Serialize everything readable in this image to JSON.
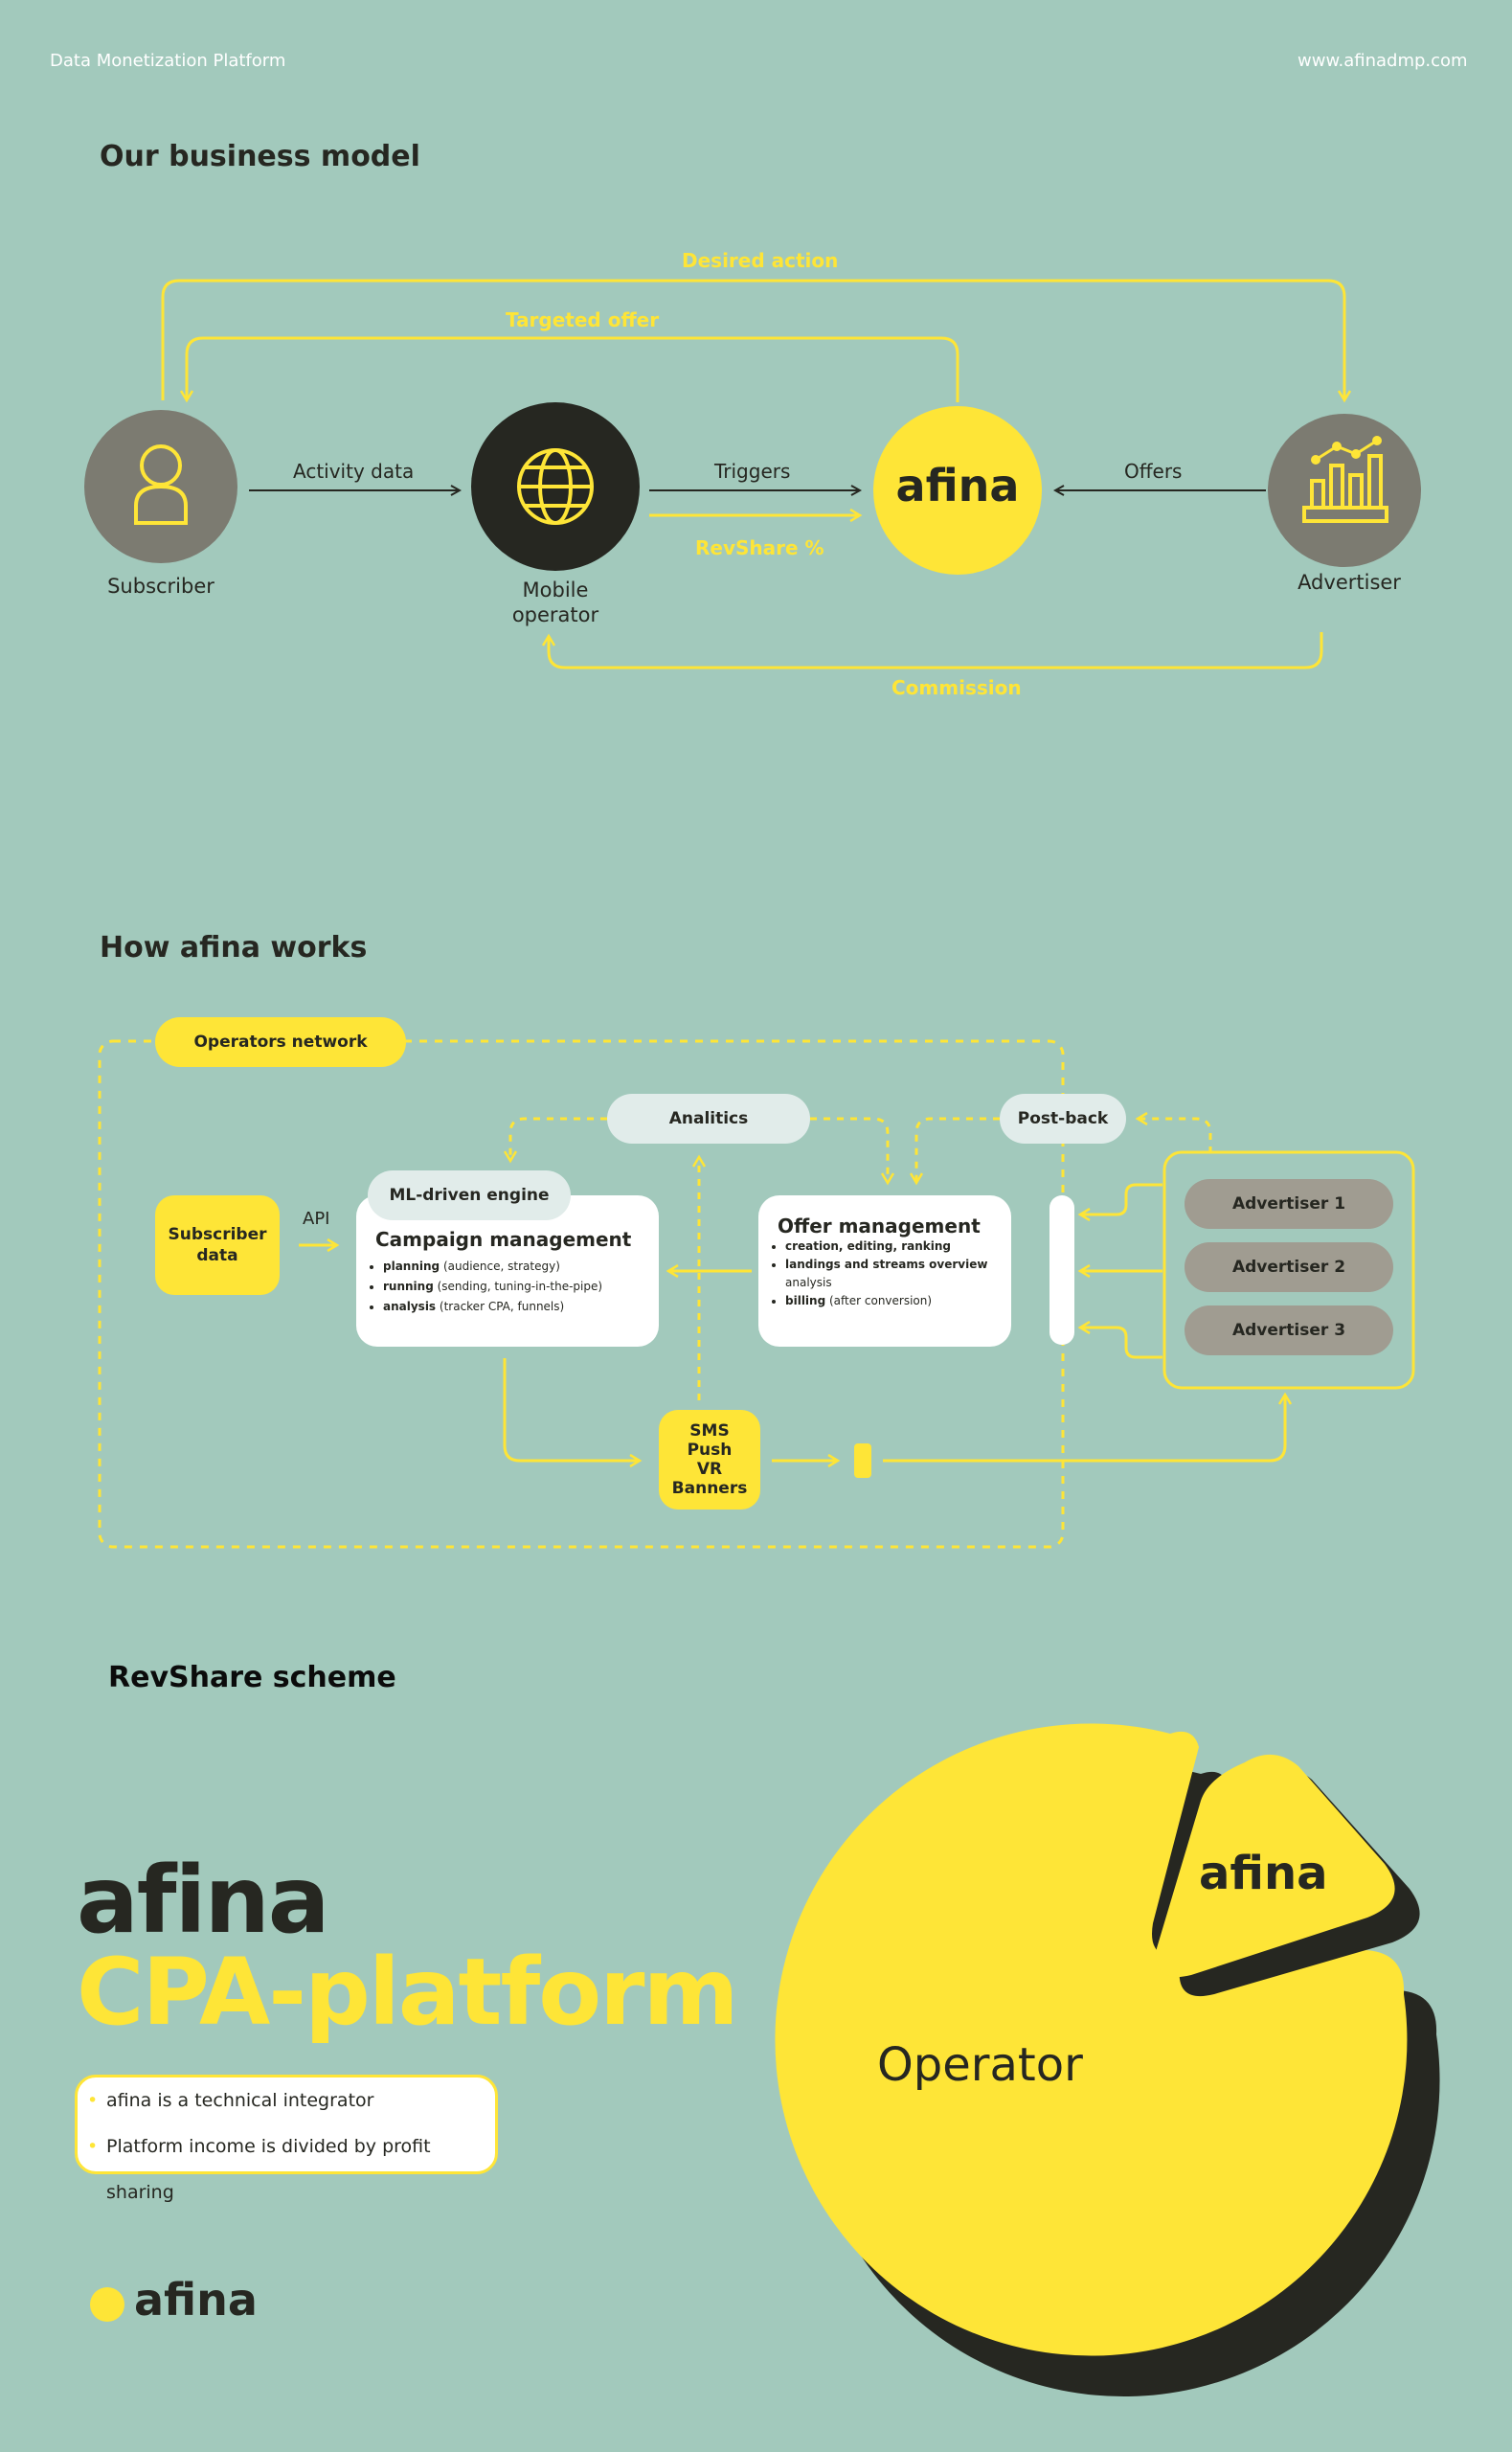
{
  "header": {
    "left": "Data Monetization Platform",
    "right": "www.afinadmp.com"
  },
  "business_model": {
    "title": "Our business model",
    "nodes": {
      "subscriber": "Subscriber",
      "mobile_operator_line1": "Mobile",
      "mobile_operator_line2": "operator",
      "afina": "afina",
      "advertiser": "Advertiser"
    },
    "edges": {
      "activity_data": "Activity data",
      "triggers": "Triggers",
      "revshare": "RevShare %",
      "offers": "Offers",
      "desired_action": "Desired action",
      "targeted_offer": "Targeted offer",
      "commission": "Commission"
    },
    "icons": [
      "user-icon",
      "globe-icon",
      "bar-chart-icon"
    ]
  },
  "how_it_works": {
    "title": "How afina works",
    "operators_network": "Operators network",
    "analytics": "Analitics",
    "postback": "Post-back",
    "ml_engine": "ML-driven engine",
    "subscriber_data_line1": "Subscriber",
    "subscriber_data_line2": "data",
    "api": "API",
    "campaign": {
      "title": "Campaign management",
      "items": [
        {
          "bold": "planning",
          "rest": " (audience, strategy)"
        },
        {
          "bold": "running",
          "rest": " (sending, tuning-in-the-pipe)"
        },
        {
          "bold": "analysis",
          "rest": " (tracker CPA, funnels)"
        }
      ]
    },
    "offer": {
      "title": "Offer management",
      "items": [
        {
          "bold": "creation, editing, ranking",
          "rest": ""
        },
        {
          "bold": "landings and streams overview",
          "rest": " analysis"
        },
        {
          "bold": "billing",
          "rest": " (after conversion)"
        }
      ]
    },
    "channels": [
      "SMS",
      "Push",
      "VR",
      "Banners"
    ],
    "advertisers": [
      "Advertiser 1",
      "Advertiser 2",
      "Advertiser 3"
    ]
  },
  "revshare": {
    "title": "RevShare scheme",
    "brand": "afina",
    "product": "CPA-platform",
    "notes": [
      "afina is a technical integrator",
      "Platform income is divided by profit sharing"
    ],
    "pie_labels": {
      "operator": "Operator",
      "afina": "afina"
    }
  },
  "footer_logo": "afina",
  "colors": {
    "background": "#a2c9bc",
    "accent": "#fee537",
    "dark": "#262721",
    "gray": "#7c7b71",
    "light_pill": "#e1ecea",
    "adv_pill": "#a09c91"
  }
}
